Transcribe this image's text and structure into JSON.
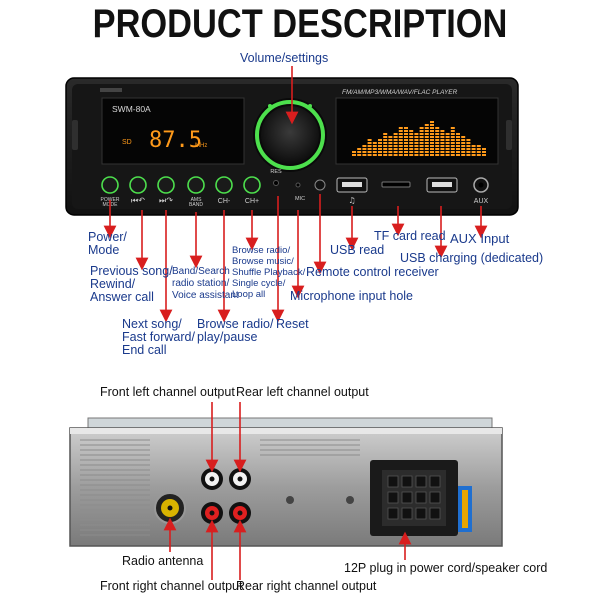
{
  "title": "PRODUCT DESCRIPTION",
  "volume_label": "Volume/settings",
  "device": {
    "model": "SWM-80A",
    "player_caption": "FM/AM/MP3/WMA/WAV/FLAC PLAYER",
    "display_sd": "SD",
    "display_freq": "87.5",
    "display_unit": "MHz",
    "btn_power": "POWER\nMODE",
    "btn_ams": "AMS\nBAND",
    "btn_ch_minus": "CH-",
    "btn_ch_plus": "CH+",
    "res": "RES",
    "mic": "MIC",
    "aux": "AUX"
  },
  "front_labels": {
    "power_mode": "Power/\nMode",
    "previous_song": "Previous song/\nRewind/\nAnswer call",
    "next_song": "Next song/\nFast forward/\nEnd call",
    "band_search": "Band/Search\nradio station/\nVoice assistant",
    "browse_radio_play": "Browse radio/\nplay/pause",
    "browse_multi": "Browse radio/\nBrowse music/\nShuffle Playback/\nSingle cycle/\nLoop all",
    "reset": "Reset",
    "microphone": "Microphone input hole",
    "remote": "Remote control receiver",
    "usb_read": "USB read",
    "tf_card": "TF card read",
    "aux_input": "AUX Input",
    "usb_charging": "USB charging (dedicated)"
  },
  "back_labels": {
    "front_left": "Front left channel output",
    "rear_left": "Rear left channel output",
    "radio_antenna": "Radio antenna",
    "front_right": "Front right channel output",
    "rear_right": "Rear right channel output",
    "plug_12p": "12P plug in power cord/speaker cord"
  },
  "colors": {
    "label_blue": "#1a3a8c",
    "arrow_red": "#d81e1e",
    "display_orange": "#ff9a1a",
    "knob_ring": "#4de04d"
  }
}
